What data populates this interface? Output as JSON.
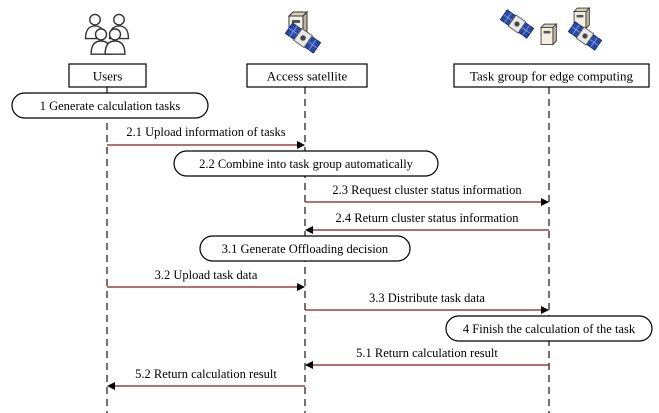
{
  "actors": [
    {
      "id": "users",
      "label": "Users",
      "icon": "users-icon"
    },
    {
      "id": "access",
      "label": "Access satellite",
      "icon": "satellite-icon"
    },
    {
      "id": "edge",
      "label": "Task group for edge computing",
      "icon": "satellite-group-icon"
    }
  ],
  "activities": [
    {
      "id": "a1",
      "label": "1 Generate calculation tasks"
    },
    {
      "id": "a2",
      "label": "2.2 Combine into task group automatically"
    },
    {
      "id": "a3",
      "label": "3.1 Generate Offloading decision"
    },
    {
      "id": "a4",
      "label": "4 Finish the calculation of the task"
    }
  ],
  "messages": [
    {
      "id": "m1",
      "label": "2.1 Upload information of tasks",
      "from": "users",
      "to": "access"
    },
    {
      "id": "m2",
      "label": "2.3 Request cluster status information",
      "from": "access",
      "to": "edge"
    },
    {
      "id": "m3",
      "label": "2.4 Return cluster status information",
      "from": "edge",
      "to": "access"
    },
    {
      "id": "m4",
      "label": "3.2 Upload task data",
      "from": "users",
      "to": "access"
    },
    {
      "id": "m5",
      "label": "3.3 Distribute task data",
      "from": "access",
      "to": "edge"
    },
    {
      "id": "m6",
      "label": "5.1 Return calculation result",
      "from": "edge",
      "to": "access"
    },
    {
      "id": "m7",
      "label": "5.2 Return calculation result",
      "from": "access",
      "to": "users"
    }
  ],
  "colors": {
    "lifeline": "#000000",
    "arrow": "#8b1a1a",
    "icon_body": "#1b3f96",
    "icon_panel": "#5a78c8"
  }
}
